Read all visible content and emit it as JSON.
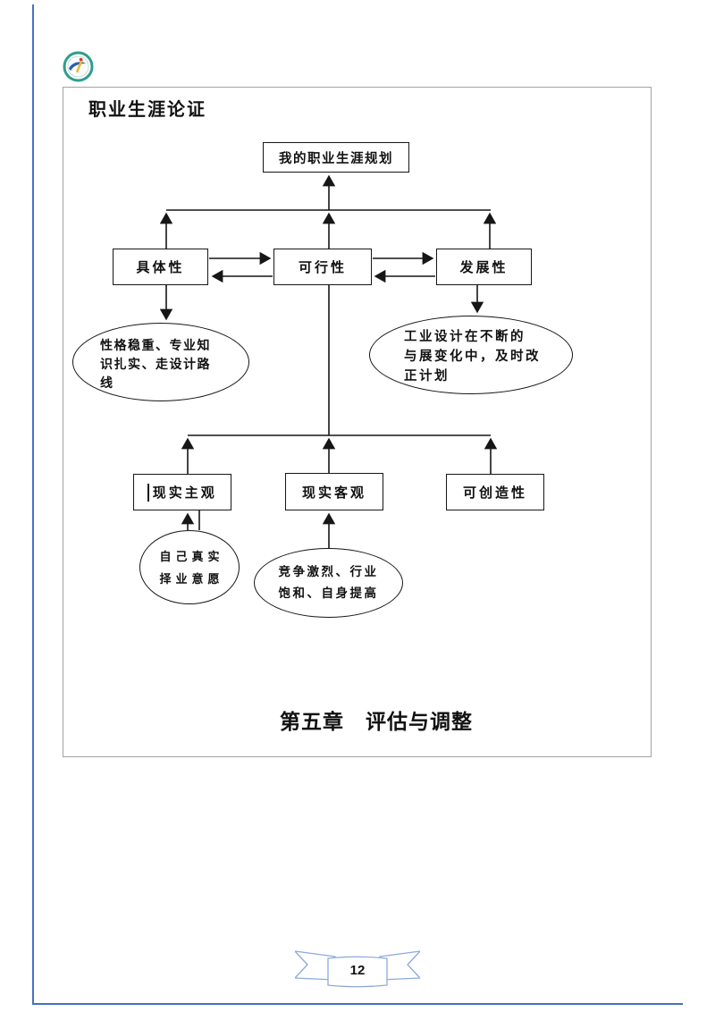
{
  "page": {
    "heading": "职业生涯论证",
    "chapter_heading": "第五章　评估与调整",
    "page_number": "12"
  },
  "diagram": {
    "root_label": "我的职业生涯规划",
    "criteria": {
      "specificity": "具体性",
      "feasibility": "可行性",
      "development": "发展性"
    },
    "factors": {
      "subjective": "现实主观",
      "objective": "现实客观",
      "creativity": "可创造性"
    },
    "notes": {
      "specificity_note": {
        "lines": [
          "性格稳重、专业知",
          "识扎实、走设计路",
          "线"
        ]
      },
      "development_note": {
        "lines": [
          "工业设计在不断的",
          "与展变化中，及时改",
          "正计划"
        ]
      },
      "subjective_note": {
        "lines": [
          "自己真实",
          "择业意愿"
        ]
      },
      "objective_note": {
        "lines": [
          "竞争激烈、行业",
          "饱和、自身提高"
        ]
      }
    }
  },
  "colors": {
    "diagram_line": "#161616",
    "page_border_blue": "#4472c4",
    "ribbon_blue": "#8ea9db",
    "logo_ring_green": "#2f9d8a",
    "logo_swoosh_blue": "#2c5fb0",
    "logo_pencil_yellow": "#e8b93c",
    "logo_dot_red": "#d43c2a"
  }
}
